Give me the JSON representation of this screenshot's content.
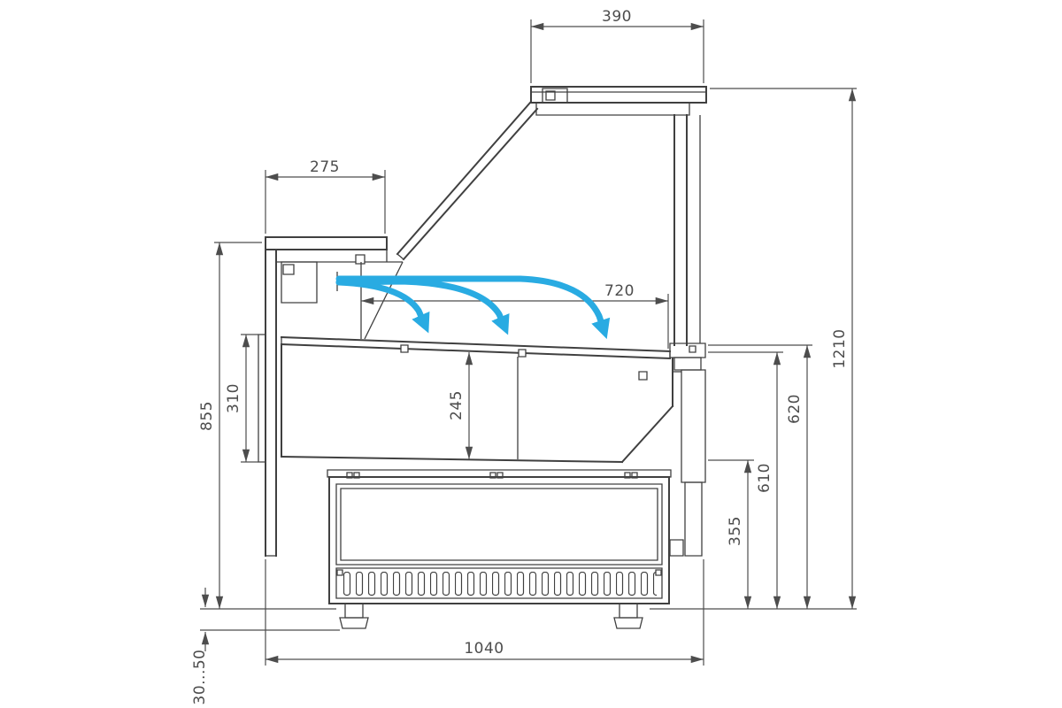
{
  "meta": {
    "background": "#ffffff",
    "line_color": "#404040",
    "dimension_color": "#4d4d4d",
    "accent_color": "#29abe2"
  },
  "dimensions": {
    "canopy_width": "390",
    "rear_shelf_depth": "275",
    "display_deck_length": "720",
    "overall_height": "1210",
    "worktop_height": "855",
    "rear_opening_height": "310",
    "basin_depth": "245",
    "rear_panel_height_inner": "610",
    "rear_panel_height_outer": "620",
    "base_section_height": "355",
    "base_width": "1040",
    "leg_adjust_range": "30...50"
  },
  "icons": {
    "airflow_arrow": "curved cyan arrow showing chilled air flow over display deck",
    "dimension_arrow": "filled triangular dimension-line arrowhead"
  }
}
